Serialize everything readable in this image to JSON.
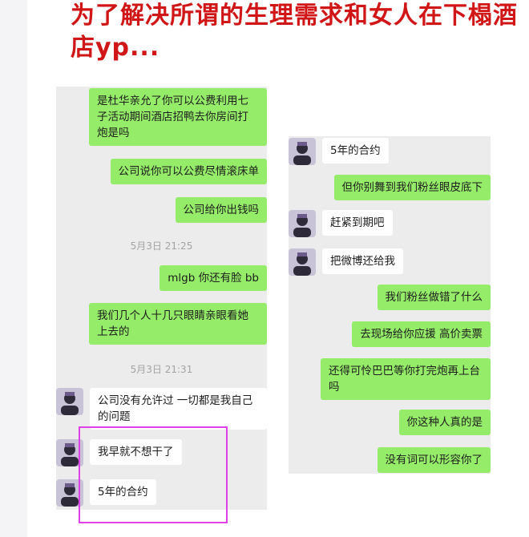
{
  "headline": "为了解决所谓的生理需求和女人在下榻酒店yp...",
  "left_chat": {
    "m1": "是杜华亲允了你可以公费利用七子活动期间酒店招鸭去你房间打炮是吗",
    "m2": "公司说你可以公费尽情滚床单",
    "m3": "公司给你出钱吗",
    "ts1": "5月3日 21:25",
    "m4": "mlgb 你还有脸 bb",
    "m5": "我们几个人十几只眼睛亲眼看她上去的",
    "ts2": "5月3日 21:31",
    "m6": "公司没有允许过 一切都是我自己的问题",
    "m7": "我早就不想干了",
    "m8": "5年的合约"
  },
  "right_chat": {
    "m1": "5年的合约",
    "m2": "但你别舞到我们粉丝眼皮底下",
    "m3": "赶紧到期吧",
    "m4": "把微博还给我",
    "m5": "我们粉丝做错了什么",
    "m6": "去现场给你应援 高价卖票",
    "m7": "还得可怜巴巴等你打完炮再上台吗",
    "m8": "你这种人真的是",
    "m9": "没有词可以形容你了"
  },
  "icons": {
    "avatar": "avatar-icon"
  },
  "colors": {
    "headline": "#d01616",
    "bubble_out": "#95ec69",
    "bubble_in": "#ffffff",
    "highlight": "#e040e8"
  }
}
